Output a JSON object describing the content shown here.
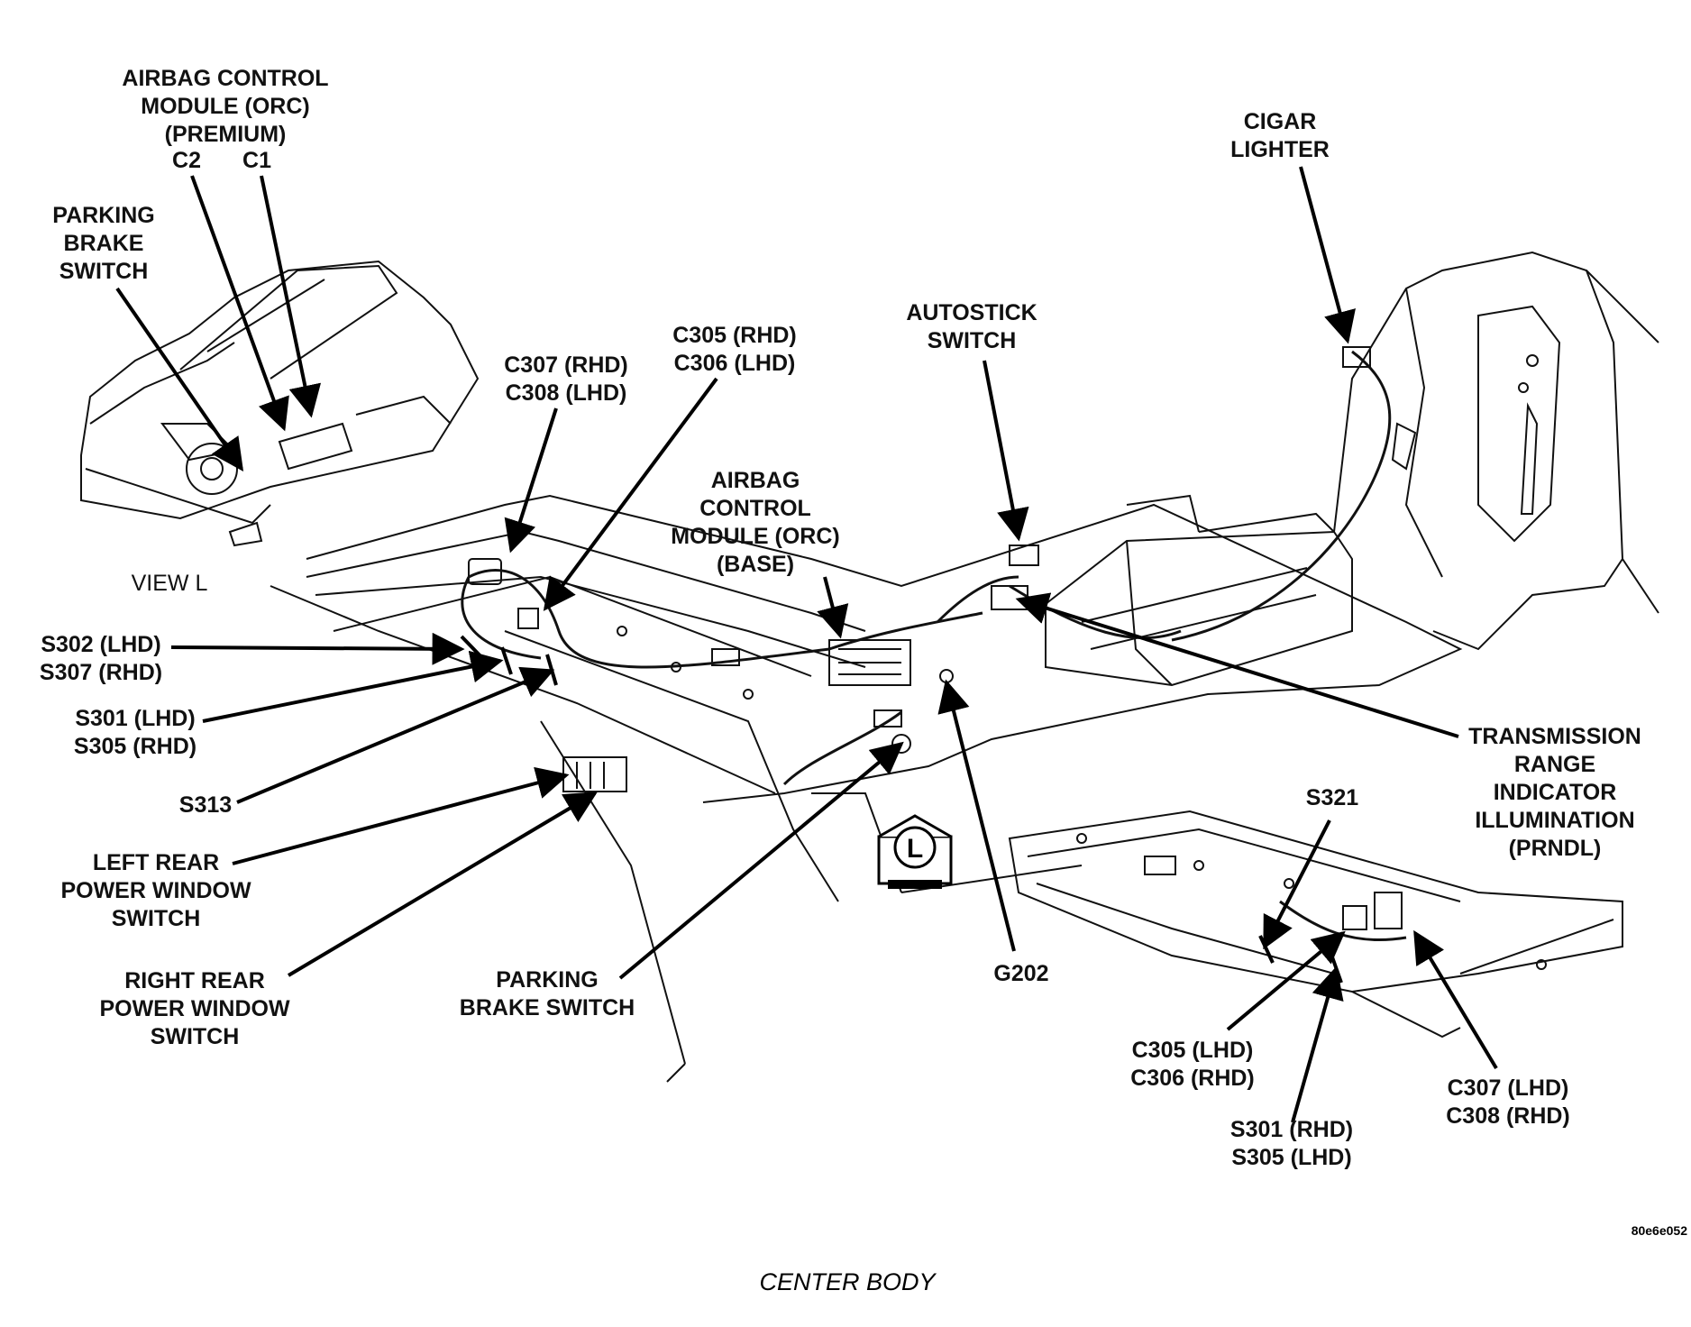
{
  "labels": {
    "airbag_premium": [
      "AIRBAG CONTROL",
      "MODULE (ORC)",
      "(PREMIUM)"
    ],
    "c2": "C2",
    "c1": "C1",
    "parking_brake_switch_top": [
      "PARKING",
      "BRAKE",
      "SWITCH"
    ],
    "view_l": "VIEW L",
    "c307_c308_left": [
      "C307 (RHD)",
      "C308 (LHD)"
    ],
    "c305_c306_left": [
      "C305 (RHD)",
      "C306 (LHD)"
    ],
    "autostick_switch": [
      "AUTOSTICK",
      "SWITCH"
    ],
    "cigar_lighter": [
      "CIGAR",
      "LIGHTER"
    ],
    "airbag_base": [
      "AIRBAG",
      "CONTROL",
      "MODULE (ORC)",
      "(BASE)"
    ],
    "s302_s307": [
      "S302 (LHD)",
      "S307 (RHD)"
    ],
    "s301_s305_left": [
      "S301 (LHD)",
      "S305 (RHD)"
    ],
    "s313": "S313",
    "left_rear_window": [
      "LEFT REAR",
      "POWER WINDOW",
      "SWITCH"
    ],
    "right_rear_window": [
      "RIGHT REAR",
      "POWER WINDOW",
      "SWITCH"
    ],
    "parking_brake_switch_bottom": [
      "PARKING",
      "BRAKE SWITCH"
    ],
    "g202": "G202",
    "transmission_range": [
      "TRANSMISSION",
      "RANGE",
      "INDICATOR",
      "ILLUMINATION",
      "(PRNDL)"
    ],
    "s321": "S321",
    "c305_c306_right": [
      "C305 (LHD)",
      "C306 (RHD)"
    ],
    "s301_s305_right": [
      "S301 (RHD)",
      "S305 (LHD)"
    ],
    "c307_c308_right": [
      "C307 (LHD)",
      "C308 (RHD)"
    ]
  },
  "view_marker": "L",
  "figure_code": "80e6e052",
  "caption": "CENTER BODY"
}
